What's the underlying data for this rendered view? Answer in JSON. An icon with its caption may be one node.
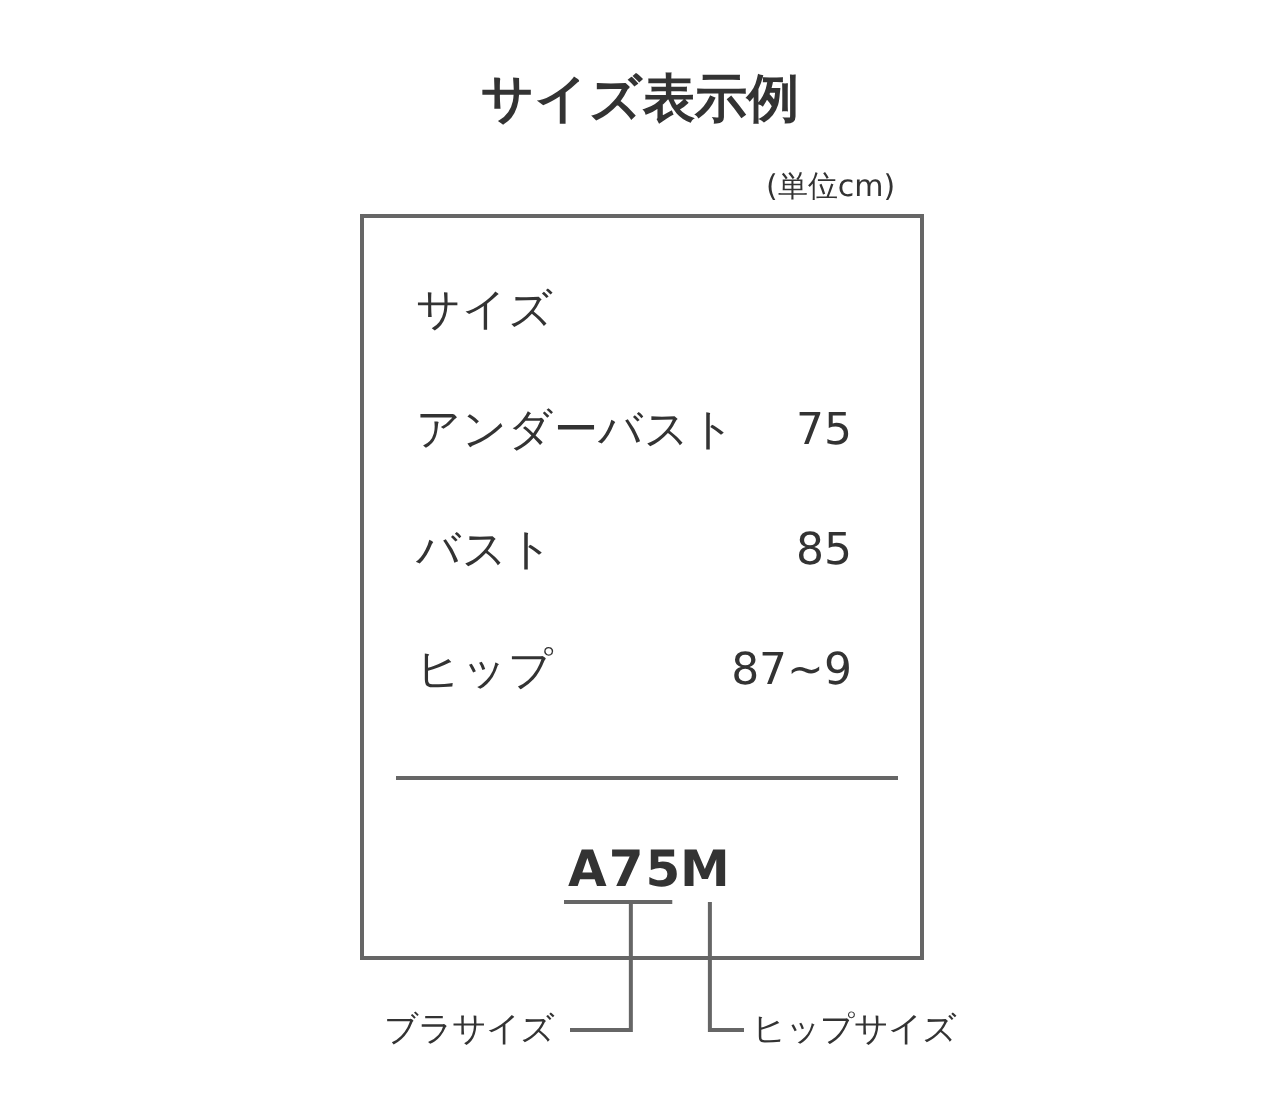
{
  "diagram": {
    "title": "サイズ表示例",
    "nodes": [
      {
        "text": [
          "サイズ",
          "アンダーバスト",
          "75",
          "バスト",
          "85",
          "ヒップ",
          "87~9"
        ]
      },
      {
        "text": [
          "A75"
        ],
        "in": 0
      },
      {
        "text": [
          "M"
        ],
        "in": 0
      },
      {
        "text": [
          "ブラサイズ"
        ]
      },
      {
        "text": [
          "ヒップサイズ"
        ]
      }
    ],
    "edges": [
      {
        "from": 3,
        "to": 1,
        "arrow": "none"
      },
      {
        "from": 4,
        "to": 2,
        "arrow": "none"
      }
    ],
    "labels": [
      "(単位cm)"
    ]
  }
}
